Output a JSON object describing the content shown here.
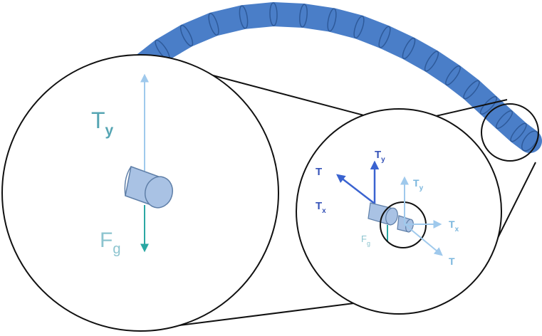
{
  "diagram": {
    "left_zoom": {
      "ty_label": {
        "main": "T",
        "sub": "y"
      },
      "fg_label": {
        "main": "F",
        "sub": "g"
      }
    },
    "middle_zoom": {
      "t_label": "T",
      "ty_label": {
        "main": "T",
        "sub": "y"
      },
      "tx_label": {
        "main": "T",
        "sub": "x"
      },
      "fg_label": {
        "main": "F",
        "sub": "g"
      },
      "inner_ty_label": {
        "main": "T",
        "sub": "y"
      },
      "inner_tx_label": {
        "main": "T",
        "sub": "x"
      },
      "inner_t_label": "T"
    },
    "colors": {
      "chain_fill": "#4a7ec8",
      "chain_stroke": "#2e5a9a",
      "cylinder_fill": "#a9c2e4",
      "cylinder_stroke": "#5f7fa8",
      "light_arrow": "#9fc9ec",
      "dark_arrow": "#3a63d0",
      "gravity_arrow": "#2aa7a3",
      "label_teal": "#56a5b3",
      "label_light_teal": "#8cc4cf",
      "label_dark_blue": "#3653b8",
      "label_light_blue": "#7ab6dd",
      "outline": "#111111"
    }
  }
}
